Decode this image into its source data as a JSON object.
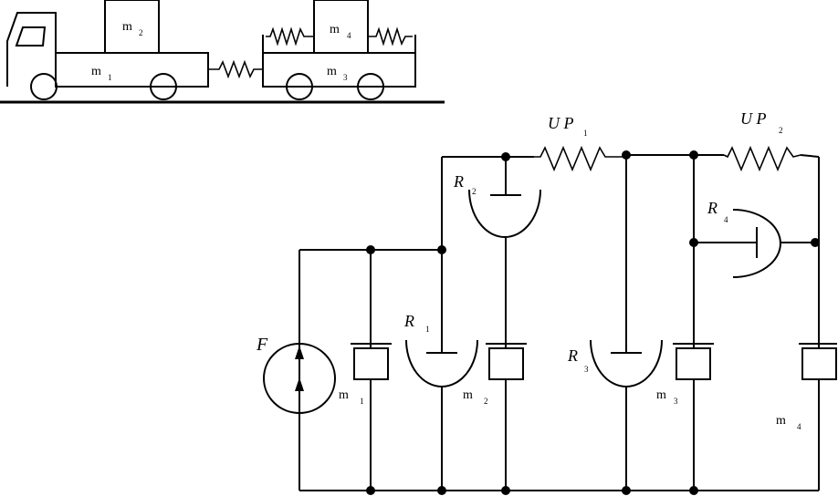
{
  "mechanical": {
    "mass_labels": {
      "m1": "m",
      "m1_sub": "1",
      "m2": "m",
      "m2_sub": "2",
      "m3": "m",
      "m3_sub": "3",
      "m4": "m",
      "m4_sub": "4"
    }
  },
  "circuit": {
    "source_label": "F",
    "resistors": {
      "R1": "R",
      "R1_sub": "1",
      "R2": "R",
      "R2_sub": "2",
      "R3": "R",
      "R3_sub": "3",
      "R4": "R",
      "R4_sub": "4"
    },
    "springs": {
      "UP1": "U  P",
      "UP1_sub": "1",
      "UP2": "U  P",
      "UP2_sub": "2"
    },
    "masses": {
      "m1": "m",
      "m1_sub": "1",
      "m2": "m",
      "m2_sub": "2",
      "m3": "m",
      "m3_sub": "3",
      "m4": "m",
      "m4_sub": "4"
    }
  }
}
